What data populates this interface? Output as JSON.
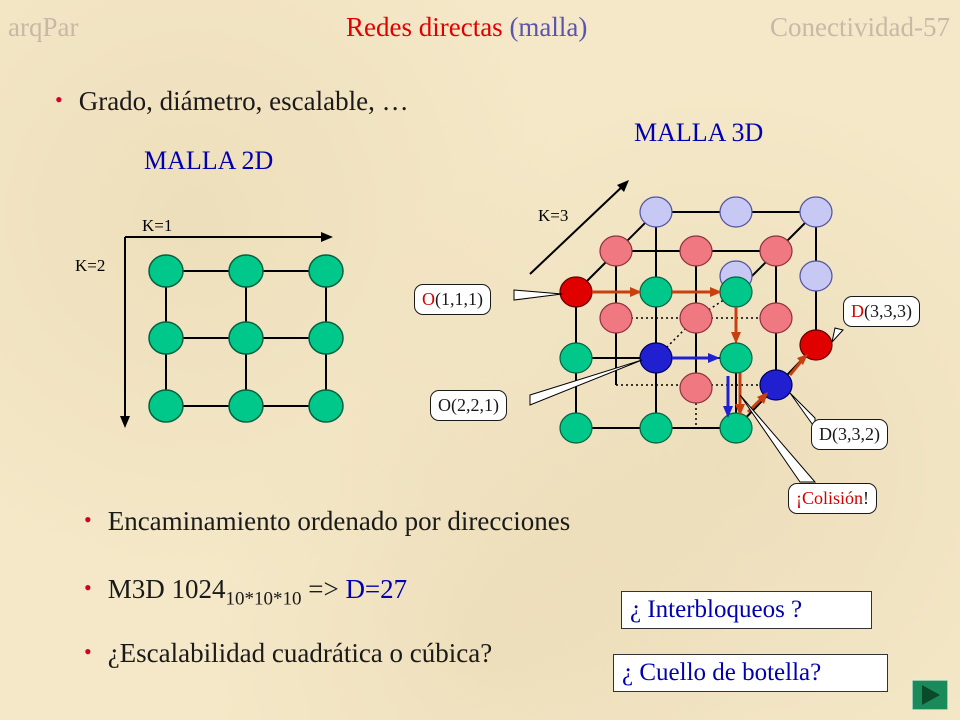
{
  "header": {
    "left": "arqPar",
    "center_main": "Redes directas",
    "center_paren": "(malla)",
    "right": "Conectividad-57"
  },
  "bullets": {
    "b1": "Grado, diámetro, escalable, …",
    "b2": "Encaminamiento ordenado por direcciones",
    "b3_prefix": "M3D 1024",
    "b3_sub": "10*10*10",
    "b3_arrow": " => ",
    "b3_result": "D=27",
    "b4": "¿Escalabilidad cuadrática o cúbica?"
  },
  "labels": {
    "malla2d": "MALLA 2D",
    "malla3d": "MALLA 3D",
    "k1": "K=1",
    "k2": "K=2",
    "k3": "K=3"
  },
  "callouts": {
    "o111_prefix": "O",
    "o111_rest": "(1,1,1)",
    "o221": "O(2,2,1)",
    "d333_prefix": "D",
    "d333_rest": "(3,3,3)",
    "d332": "D(3,3,2)",
    "colision_open": "¡",
    "colision_word": "Colisión",
    "colision_close": "!"
  },
  "questions": {
    "interbloqueos": "¿ Interbloqueos ?",
    "cuello": "¿ Cuello de botella?"
  },
  "colors": {
    "node_green": "#00c88a",
    "node_red": "#e00000",
    "node_pink": "#f07880",
    "node_lavender": "#c8c8f4",
    "node_blue": "#2020d0",
    "route_orange": "#c84010",
    "route_blue": "#2020d0",
    "title_red": "#e00000",
    "text_blue": "#0000b0"
  }
}
